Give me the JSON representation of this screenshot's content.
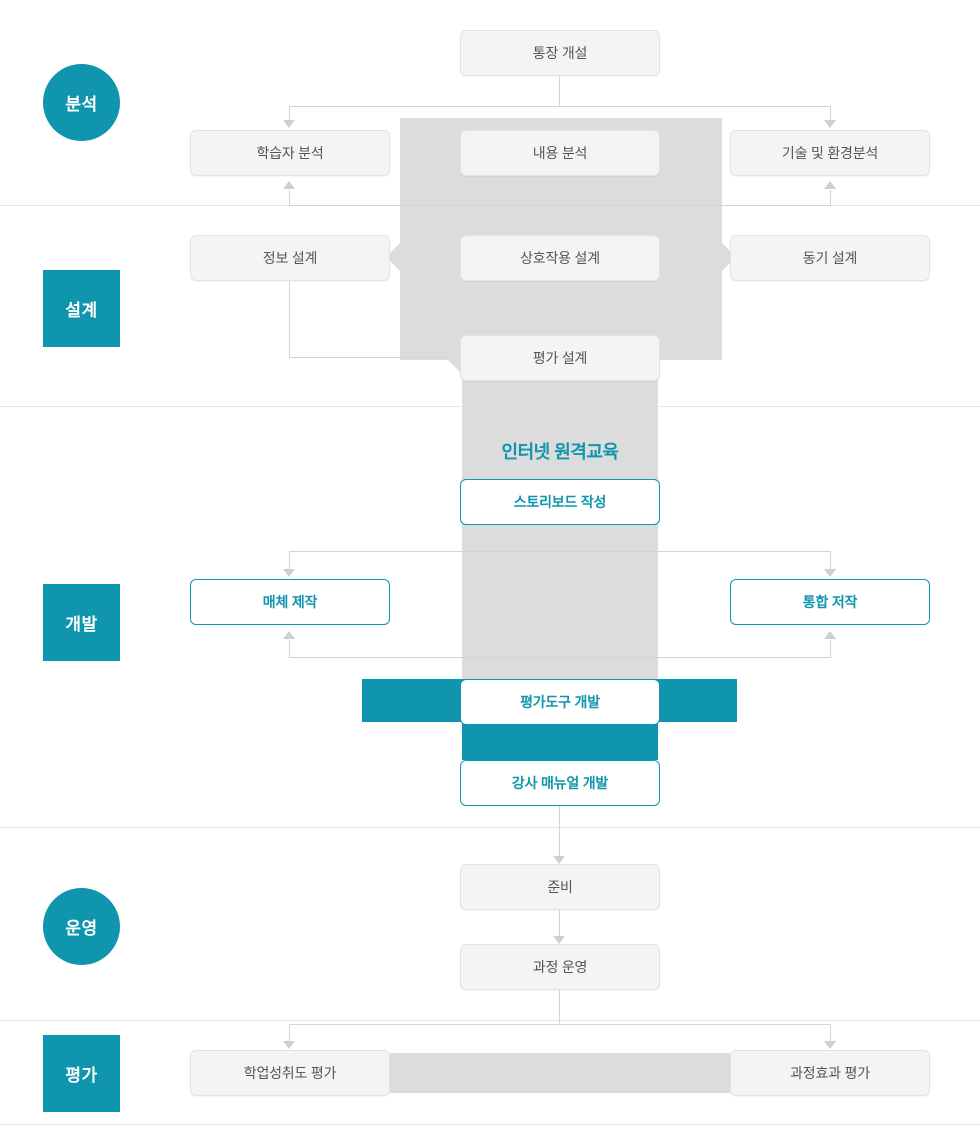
{
  "diagram": {
    "title_text": "인터넷 원격교육",
    "accent_color": "#0f95ad",
    "band_color": "#dcdcdc",
    "node_grey_bg": "#f4f4f4",
    "node_grey_border": "#e3e3e3",
    "line_color": "#d4d4d4"
  },
  "stages": [
    {
      "key": "analysis",
      "label": "분석",
      "shape": "circle"
    },
    {
      "key": "design",
      "label": "설계",
      "shape": "square"
    },
    {
      "key": "development",
      "label": "개발",
      "shape": "square"
    },
    {
      "key": "operation",
      "label": "운영",
      "shape": "circle"
    },
    {
      "key": "evaluation",
      "label": "평가",
      "shape": "square"
    }
  ],
  "nodes": {
    "account_open": "통장 개설",
    "learner_analysis": "학습자 분석",
    "content_analysis": "내용 분석",
    "tech_env_analysis": "기술 및 환경분석",
    "info_design": "정보 설계",
    "interaction_design": "상호작용 설계",
    "motivation_design": "동기 설계",
    "evaluation_design": "평가 설계",
    "storyboard": "스토리보드 작성",
    "media_production": "매체 제작",
    "integrated_authoring": "통합 저작",
    "assessment_tool_dev": "평가도구 개발",
    "instructor_manual": "강사 매뉴얼 개발",
    "preparation": "준비",
    "course_operation": "과정 운영",
    "achievement_eval": "학업성취도 평가",
    "course_effect_eval": "과정효과 평가"
  }
}
